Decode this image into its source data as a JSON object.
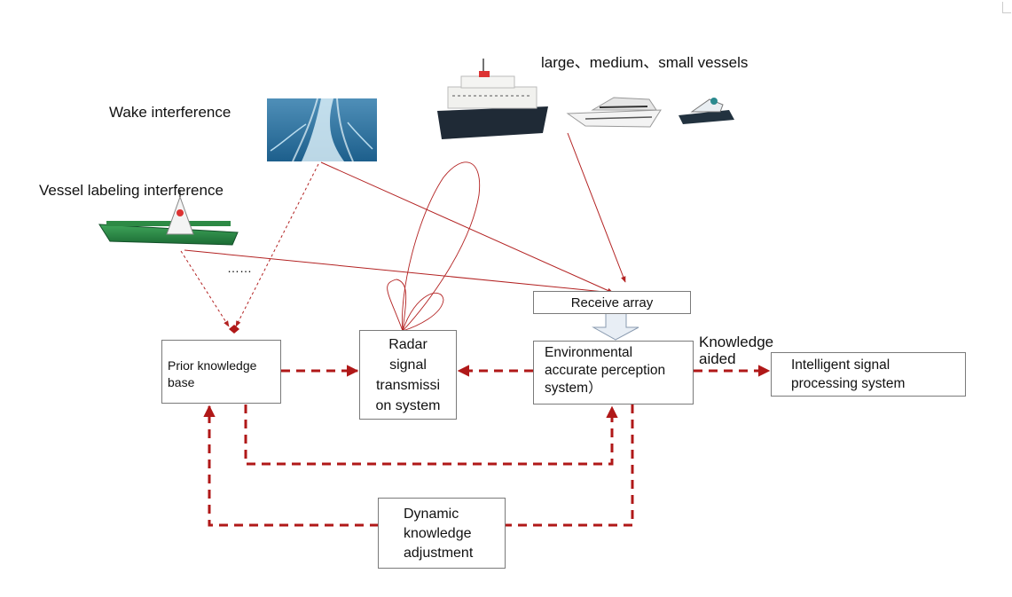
{
  "labels": {
    "wake": "Wake interference",
    "vessel_labeling": "Vessel labeling interference",
    "vessels": "large、medium、small vessels",
    "ellipsis": "……",
    "knowledge_aided": "Knowledge\naided"
  },
  "boxes": {
    "receive_array": "Receive array",
    "prior_knowledge": "Prior knowledge\nbase",
    "radar": "Radar\nsignal\ntransmissi\non system",
    "environmental": "Environmental\naccurate perception\nsystem）",
    "intelligent": "Intelligent signal\nprocessing system",
    "dynamic": "Dynamic\nknowledge\nadjustment"
  },
  "images": {
    "wake_photo": "wake-water-photo",
    "green_barge": "green-buoy-barge",
    "large_ship": "large-ferry-ship",
    "medium_yacht": "medium-yacht",
    "small_jetski": "small-jet-ski"
  },
  "colors": {
    "arrow": "#b01818",
    "thin_line": "#b32222",
    "box_border": "#7a7a7a"
  }
}
